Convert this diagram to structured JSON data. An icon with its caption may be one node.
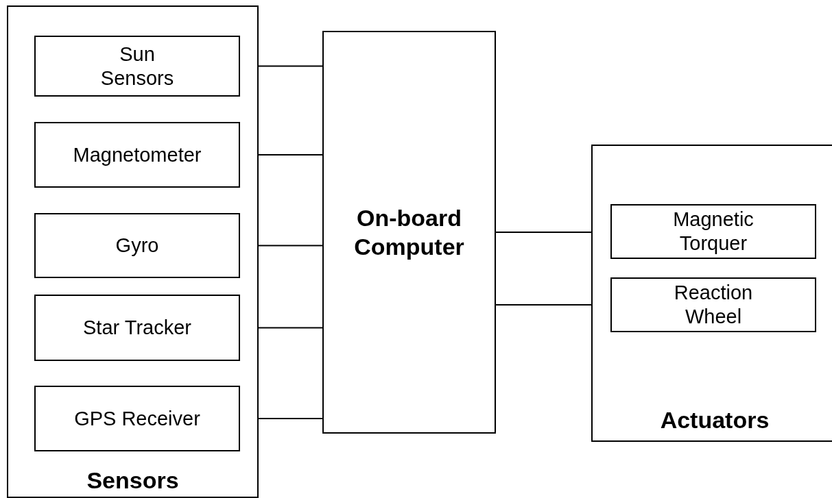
{
  "diagram": {
    "nodes": [
      {
        "text": [
          "Sensors"
        ]
      },
      {
        "text": [
          "Sun Sensors"
        ],
        "in": 0
      },
      {
        "text": [
          "Magnetometer"
        ],
        "in": 0
      },
      {
        "text": [
          "Gyro"
        ],
        "in": 0
      },
      {
        "text": [
          "Star Tracker"
        ],
        "in": 0
      },
      {
        "text": [
          "GPS Receiver"
        ],
        "in": 0
      },
      {
        "text": [
          "On-board Computer"
        ]
      },
      {
        "text": [
          "Actuators"
        ]
      },
      {
        "text": [
          "Magnetic Torquer"
        ],
        "in": 7
      },
      {
        "text": [
          "Reaction Wheel"
        ],
        "in": 7
      }
    ],
    "edges": [
      {
        "from": 1,
        "to": 6,
        "arrow": "none"
      },
      {
        "from": 2,
        "to": 6,
        "arrow": "none"
      },
      {
        "from": 3,
        "to": 6,
        "arrow": "none"
      },
      {
        "from": 4,
        "to": 6,
        "arrow": "none"
      },
      {
        "from": 5,
        "to": 6,
        "arrow": "none"
      },
      {
        "from": 6,
        "to": 8,
        "arrow": "none"
      },
      {
        "from": 6,
        "to": 9,
        "arrow": "none"
      }
    ]
  }
}
